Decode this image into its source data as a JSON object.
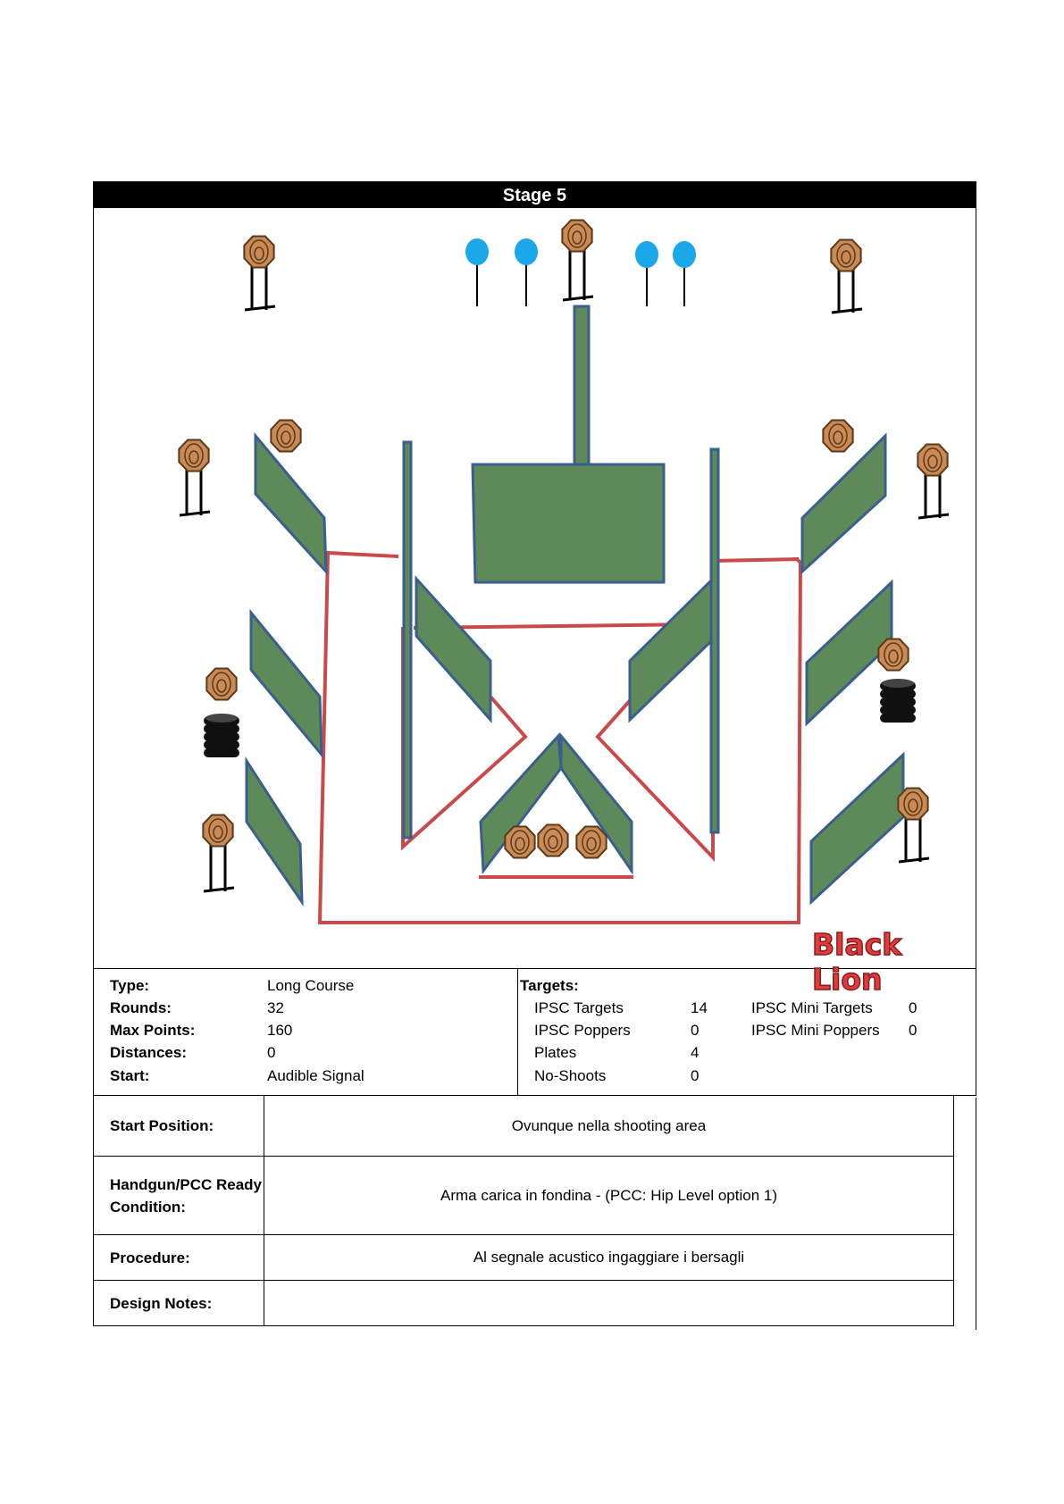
{
  "stage": {
    "title": "Stage 5"
  },
  "brand": {
    "text": "Black Lion",
    "color": "#e03c3c"
  },
  "colors": {
    "wall": "#5e8a5a",
    "wall_border": "#3a5f8f",
    "fault_line": "#c84a4a",
    "target": "#c98a55",
    "plate": "#1aa8e8",
    "barrel": "#111111"
  },
  "summary": {
    "type_label": "Type:",
    "type_value": "Long Course",
    "rounds_label": "Rounds:",
    "rounds_value": "32",
    "max_points_label": "Max Points:",
    "max_points_value": "160",
    "distances_label": "Distances:",
    "distances_value": "0",
    "start_label": "Start:",
    "start_value": "Audible Signal"
  },
  "targets": {
    "heading": "Targets:",
    "ipsc_targets_label": "IPSC Targets",
    "ipsc_targets_value": "14",
    "ipsc_poppers_label": "IPSC Poppers",
    "ipsc_poppers_value": "0",
    "plates_label": "Plates",
    "plates_value": "4",
    "no_shoots_label": "No-Shoots",
    "no_shoots_value": "0",
    "ipsc_mini_targets_label": "IPSC Mini Targets",
    "ipsc_mini_targets_value": "0",
    "ipsc_mini_poppers_label": "IPSC Mini Poppers",
    "ipsc_mini_poppers_value": "0"
  },
  "details": {
    "start_position_label": "Start Position:",
    "start_position_value": "Ovunque nella shooting area",
    "ready_condition_label_1": "Handgun/PCC Ready",
    "ready_condition_label_2": "Condition:",
    "ready_condition_value": "Arma carica in fondina - (PCC: Hip Level option 1)",
    "procedure_label": "Procedure:",
    "procedure_value": "Al segnale acustico ingaggiare i bersagli",
    "design_notes_label": "Design Notes:",
    "design_notes_value": ""
  }
}
